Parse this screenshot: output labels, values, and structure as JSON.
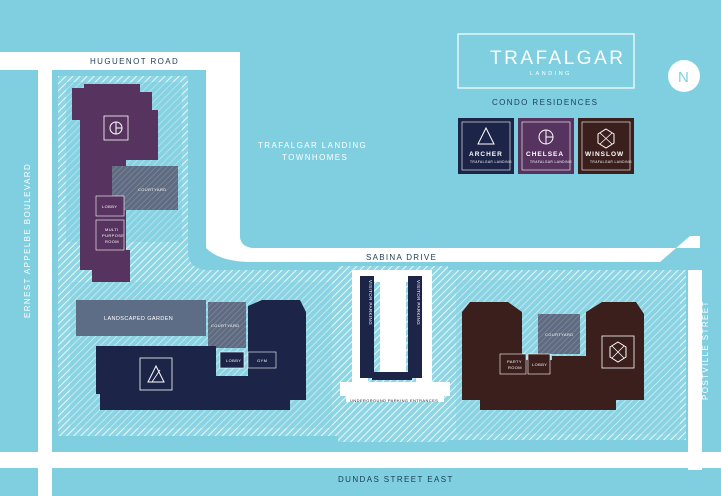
{
  "brand": {
    "title": "TRAFALGAR",
    "subtitle": "LANDING",
    "tagline": "CONDO RESIDENCES"
  },
  "compass": {
    "letter": "N"
  },
  "roads": {
    "huguenot": "HUGUENOT ROAD",
    "ernest": "ERNEST APPELBE BOULEVARD",
    "sabina": "SABINA DRIVE",
    "postville": "POSTVILLE STREET",
    "dundas": "DUNDAS STREET EAST"
  },
  "areas": {
    "townhomes_line1": "TRAFALGAR LANDING",
    "townhomes_line2": "TOWNHOMES",
    "landscaped_garden": "LANDSCAPED GARDEN",
    "courtyard": "COURTYARD",
    "lobby": "LOBBY",
    "multi_purpose_line1": "MULTI",
    "multi_purpose_line2": "PURPOSE",
    "multi_purpose_line3": "ROOM",
    "gym": "GYM",
    "party_room_line1": "PARTY",
    "party_room_line2": "ROOM",
    "visitor_parking": "VISITOR PARKING",
    "underground_entrance": "UNDERGROUND PARKING ENTRANCES"
  },
  "buildings": [
    {
      "name": "ARCHER",
      "sub": "TRAFALGAR LANDING",
      "color": "#1c2447",
      "icon": "triangle-icon"
    },
    {
      "name": "CHELSEA",
      "sub": "TRAFALGAR LANDING",
      "color": "#57345f",
      "icon": "circle-line-icon"
    },
    {
      "name": "WINSLOW",
      "sub": "TRAFALGAR LANDING",
      "color": "#3a1f1d",
      "icon": "hexagon-x-icon"
    }
  ],
  "colors": {
    "water": "#7fcfe0",
    "road": "#ffffff",
    "archer": "#1c2447",
    "chelsea": "#57345f",
    "winslow": "#3a1f1d",
    "amenity": "#5d6d86"
  }
}
